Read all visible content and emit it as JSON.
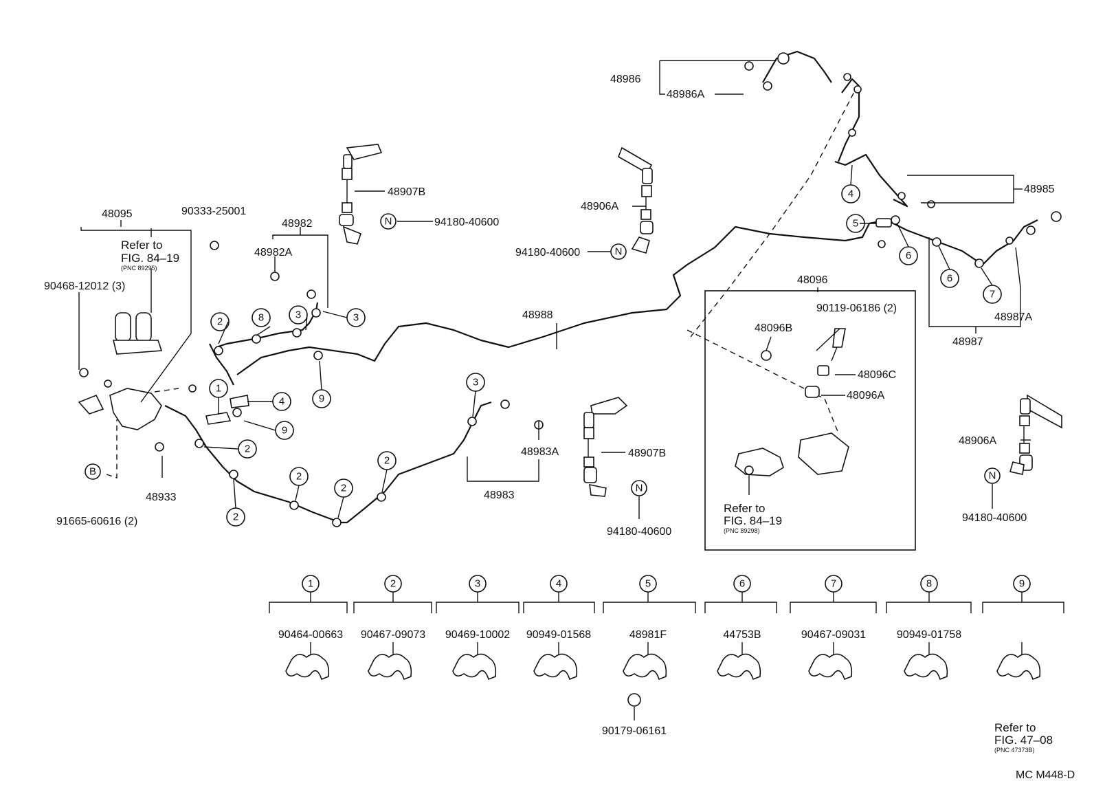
{
  "labels": {
    "p48986": "48986",
    "p48986A": "48986A",
    "p48985": "48985",
    "p48987": "48987",
    "p48987A": "48987A",
    "p48095": "48095",
    "p90333": "90333-25001",
    "p48982": "48982",
    "p48982A": "48982A",
    "p48907B_top": "48907B",
    "p94180_top": "94180-40600",
    "p48906A_mid": "48906A",
    "p94180_mid": "94180-40600",
    "p90468": "90468-12012 (3)",
    "p48988": "48988",
    "p48096": "48096",
    "p90119": "90119-06186 (2)",
    "p48096B": "48096B",
    "p48096C": "48096C",
    "p48096A": "48096A",
    "p48983A": "48983A",
    "p48907B_low": "48907B",
    "p48983": "48983",
    "p94180_low": "94180-40600",
    "p48906A_right": "48906A",
    "p94180_right": "94180-40600",
    "p48933": "48933",
    "p91665": "91665-60616 (2)",
    "figcode": "MC M448-D"
  },
  "refs": {
    "ref1": {
      "line1": "Refer to",
      "line2": "FIG. 84–19",
      "pnc": "(PNC 89295)"
    },
    "ref2": {
      "line1": "Refer to",
      "line2": "FIG. 84–19",
      "pnc": "(PNC 89298)"
    },
    "ref3": {
      "line1": "Refer to",
      "line2": "FIG. 47–08",
      "pnc": "(PNC 47373B)"
    }
  },
  "markers": {
    "N": "N",
    "B": "B"
  },
  "legend": [
    {
      "num": "1",
      "part": "90464-00663"
    },
    {
      "num": "2",
      "part": "90467-09073"
    },
    {
      "num": "3",
      "part": "90469-10002"
    },
    {
      "num": "4",
      "part": "90949-01568"
    },
    {
      "num": "5",
      "part": "48981F",
      "extra": "90179-06161"
    },
    {
      "num": "6",
      "part": "44753B"
    },
    {
      "num": "7",
      "part": "90467-09031"
    },
    {
      "num": "8",
      "part": "90949-01758"
    },
    {
      "num": "9",
      "part": ""
    }
  ],
  "callouts": {
    "c2a": "2",
    "c8": "8",
    "c3a": "3",
    "c3b": "3",
    "c1": "1",
    "c4": "4",
    "c9a": "9",
    "c9b": "9",
    "c2b": "2",
    "c2c": "2",
    "c2d": "2",
    "c2e": "2",
    "c2f": "2",
    "c3c": "3",
    "c4r": "4",
    "c5r": "5",
    "c6a": "6",
    "c6b": "6",
    "c7": "7"
  }
}
